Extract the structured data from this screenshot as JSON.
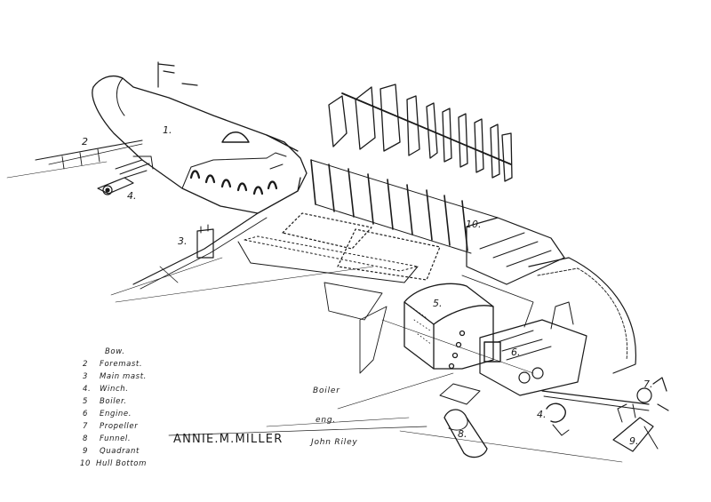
{
  "legend": {
    "items": [
      {
        "num": "",
        "label": "Bow."
      },
      {
        "num": "2",
        "label": "Foremast."
      },
      {
        "num": "3",
        "label": "Main mast."
      },
      {
        "num": "4.",
        "label": "Winch."
      },
      {
        "num": "5",
        "label": "Boiler."
      },
      {
        "num": "6",
        "label": "Engine."
      },
      {
        "num": "7",
        "label": "Propeller"
      },
      {
        "num": "8",
        "label": "Funnel."
      },
      {
        "num": "9",
        "label": "Quadrant"
      },
      {
        "num": "10",
        "label": "Hull Bottom"
      }
    ]
  },
  "title": "ANNIE.M.MILLER",
  "annotations": {
    "boiler_note": "Boiler",
    "eng_note": "eng.",
    "artist": "John Riley"
  },
  "callouts": {
    "c1": "1.",
    "c2": "2",
    "c3": "3.",
    "c4a": "4.",
    "c5": "5.",
    "c6": "6.",
    "c4b": "4.",
    "c7": "7.",
    "c8": "8.",
    "c9": "9.",
    "c10": "10."
  }
}
